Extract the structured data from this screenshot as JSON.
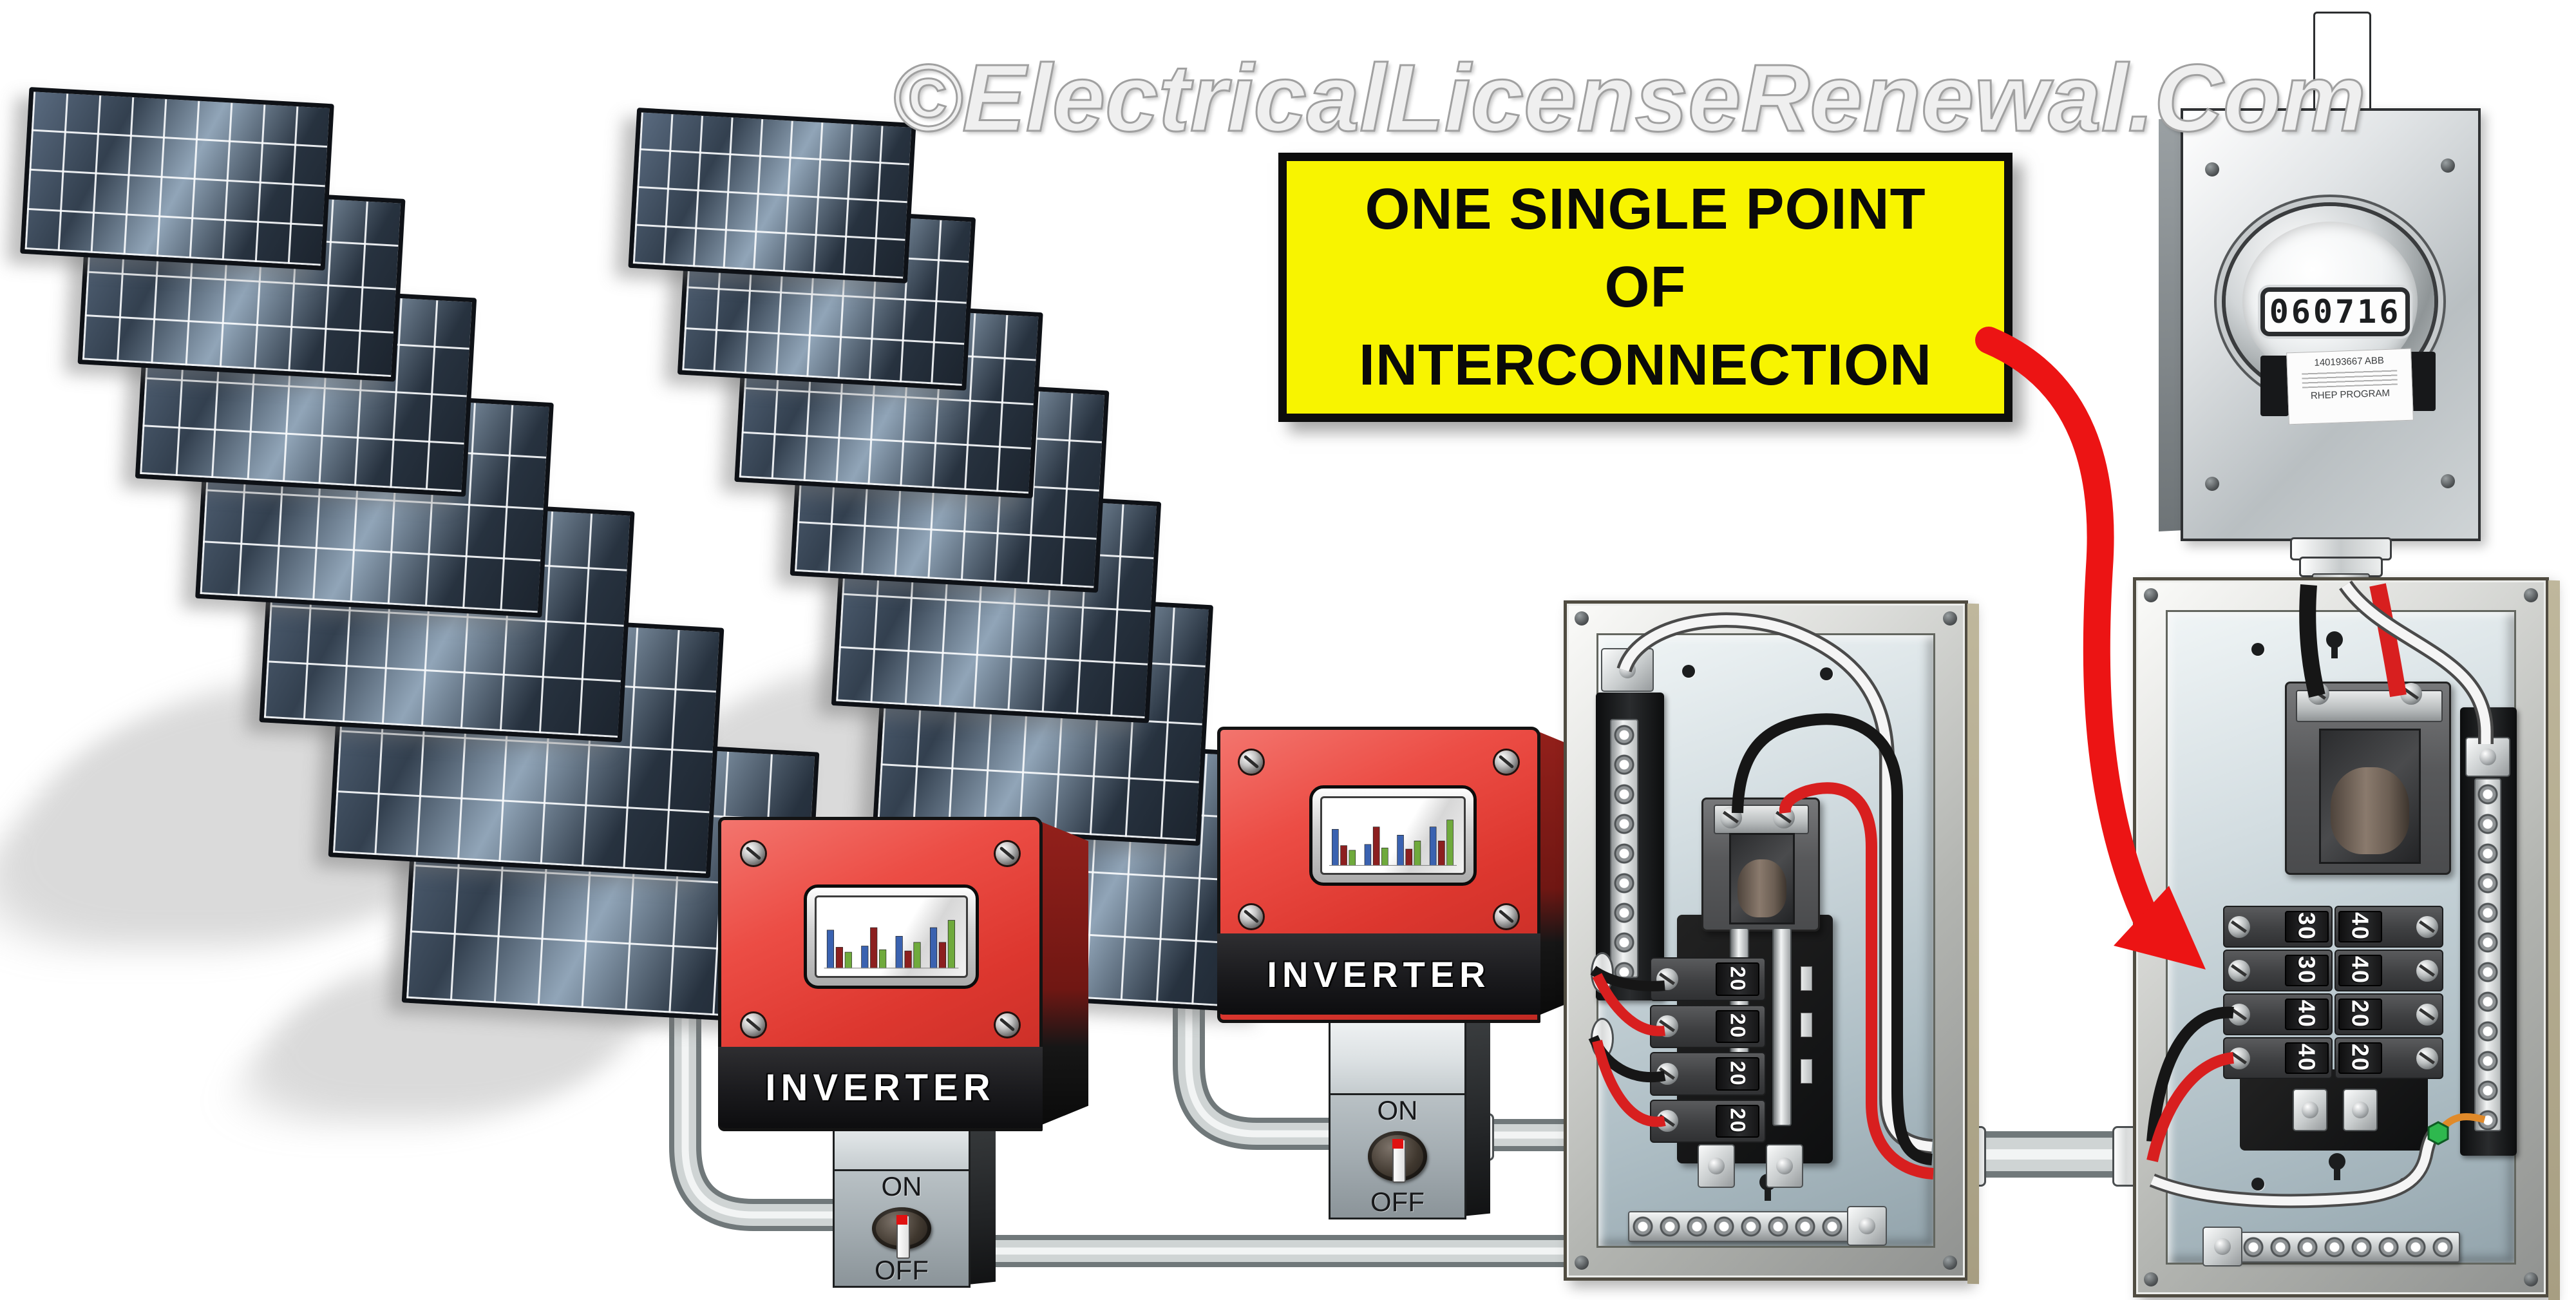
{
  "watermark": "©ElectricalLicenseRenewal.Com",
  "callout": {
    "line1": "ONE SINGLE POINT",
    "line2": "OF",
    "line3": "INTERCONNECTION"
  },
  "meter": {
    "reading": "060716",
    "serial": "140193667 ABB",
    "program": "RHEP PROGRAM"
  },
  "inverters": [
    {
      "label": "INVERTER",
      "on": "ON",
      "off": "OFF"
    },
    {
      "label": "INVERTER",
      "on": "ON",
      "off": "OFF"
    }
  ],
  "inverter_screen": {
    "bar_colors": [
      "#3a62b0",
      "#8c1f1f",
      "#6faa3c"
    ],
    "groups": [
      [
        62,
        34,
        26
      ],
      [
        36,
        66,
        30
      ],
      [
        52,
        28,
        42
      ],
      [
        66,
        42,
        78
      ]
    ]
  },
  "subpanel": {
    "breakers": [
      "20",
      "20",
      "20",
      "20"
    ]
  },
  "main_panel": {
    "breakers_left": [
      "30",
      "30",
      "40",
      "40"
    ],
    "breakers_right": [
      "40",
      "40",
      "20",
      "20"
    ]
  },
  "colors": {
    "callout_bg": "#f8f400",
    "arrow_red": "#ec1414",
    "inverter_red": "#e23b33",
    "wire_black": "#161616",
    "wire_red": "#d81f1f",
    "wire_white": "#f5f5f5",
    "wire_ground_pigtail": "#e08a2a",
    "ground_screw_green": "#2eb84e",
    "solar_cell_blue": "#33404f"
  }
}
